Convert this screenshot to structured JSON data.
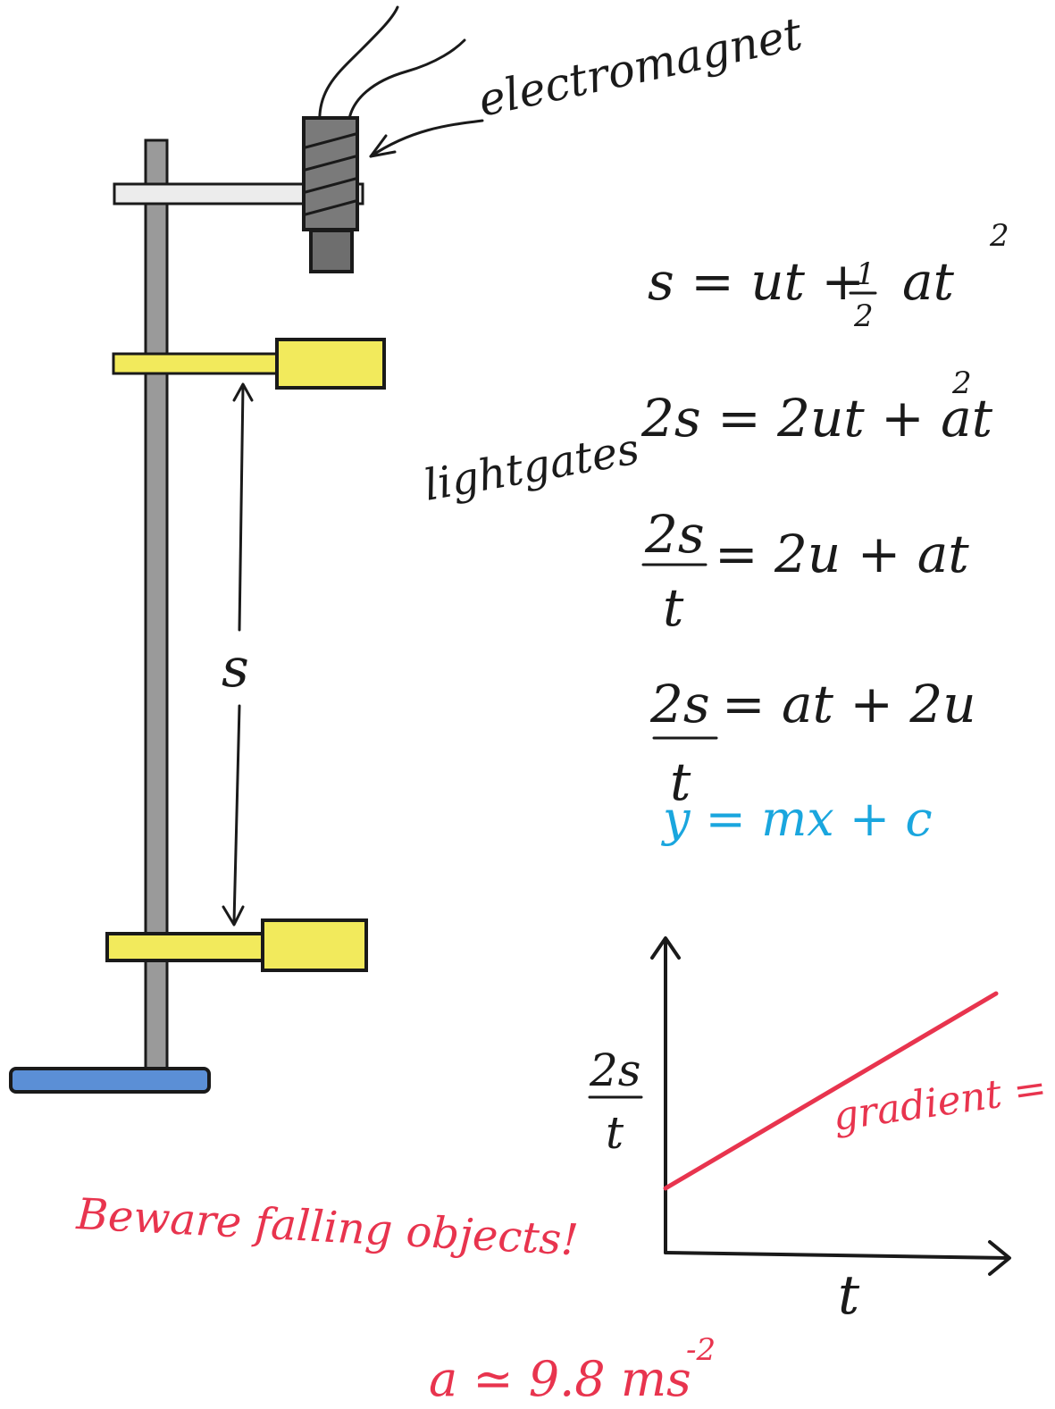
{
  "labels": {
    "electromagnet": "electromagnet",
    "lightgates": "lightgates",
    "distance": "s",
    "warning": "Beware falling objects!",
    "result": "a ≃ 9.8 ms",
    "result_exp": "-2"
  },
  "equations": {
    "eq1_lhs": "s = ut +",
    "eq1_frac_num": "1",
    "eq1_frac_den": "2",
    "eq1_rhs": "at",
    "eq1_exp": "2",
    "eq2": "2s = 2ut + at",
    "eq2_exp": "2",
    "eq3_num": "2s",
    "eq3_den": "t",
    "eq3_rhs": "= 2u + at",
    "eq4_num": "2s",
    "eq4_den": "t",
    "eq4_rhs": "= at + 2u",
    "linear": "y = mx + c"
  },
  "graph": {
    "y_label_num": "2s",
    "y_label_den": "t",
    "x_label": "t",
    "line_label": "gradient = a"
  },
  "colors": {
    "ink": "#1a1a1a",
    "accent_red": "#e8344e",
    "accent_blue": "#1aa6de",
    "gate_yellow": "#f2ea5c",
    "base_blue": "#5b8fd6",
    "rod_grey": "#9a9a9a"
  }
}
